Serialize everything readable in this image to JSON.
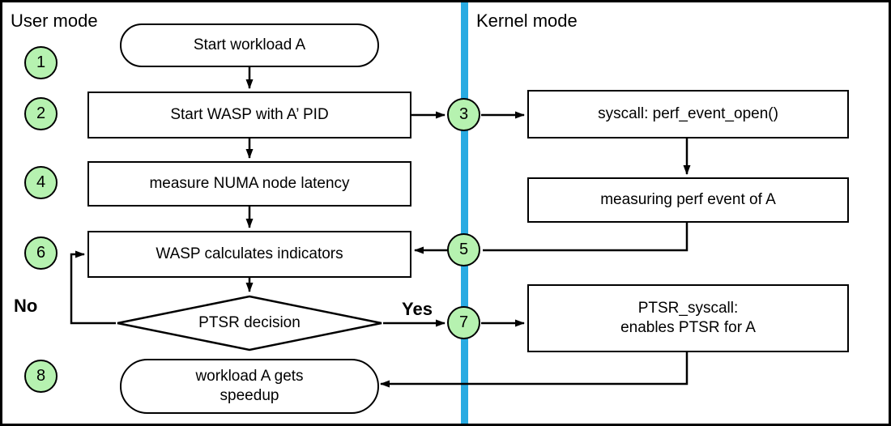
{
  "labels": {
    "user_mode": "User mode",
    "kernel_mode": "Kernel mode",
    "yes": "Yes",
    "no": "No"
  },
  "steps": [
    "1",
    "2",
    "3",
    "4",
    "5",
    "6",
    "7",
    "8"
  ],
  "nodes": {
    "start": "Start workload A",
    "start_wasp": "Start WASP with A’ PID",
    "syscall_open": "syscall: perf_event_open()",
    "measure_numa": "measure NUMA node latency",
    "measuring_perf": "measuring perf event of A",
    "wasp_indicators": "WASP calculates indicators",
    "ptsr_decision": "PTSR decision",
    "ptsr_syscall": "PTSR_syscall:\nenables PTSR for A",
    "workload_speedup": "workload A gets\nspeedup"
  },
  "colors": {
    "step_circle_fill": "#b6f2b0",
    "divider_blue": "#29abe2",
    "shape_border": "#000000",
    "background": "#ffffff"
  }
}
